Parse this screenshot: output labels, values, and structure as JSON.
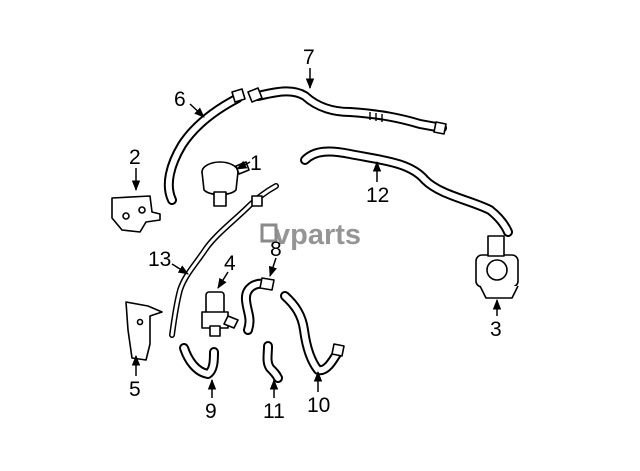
{
  "watermark": "vparts",
  "callouts": [
    "1",
    "2",
    "3",
    "4",
    "5",
    "6",
    "7",
    "8",
    "9",
    "10",
    "11",
    "12",
    "13"
  ]
}
